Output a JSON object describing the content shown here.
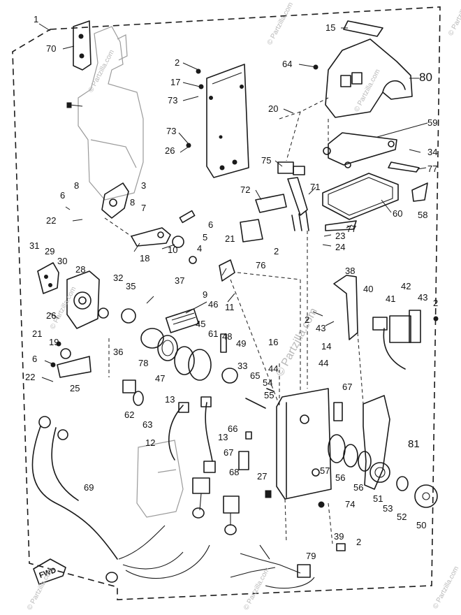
{
  "watermark": {
    "center": "© Partzilla.com",
    "corner": "© Partzilla.com"
  },
  "fwd_label": "FWD",
  "callouts": [
    {
      "id": "c1",
      "text": "1"
    },
    {
      "id": "c70",
      "text": "70"
    },
    {
      "id": "c2a",
      "text": "2"
    },
    {
      "id": "c17",
      "text": "17"
    },
    {
      "id": "c73a",
      "text": "73"
    },
    {
      "id": "c73b",
      "text": "73"
    },
    {
      "id": "c26a",
      "text": "26"
    },
    {
      "id": "c15",
      "text": "15"
    },
    {
      "id": "c64",
      "text": "64"
    },
    {
      "id": "c80",
      "text": "80"
    },
    {
      "id": "c20",
      "text": "20"
    },
    {
      "id": "c59",
      "text": "59"
    },
    {
      "id": "c34",
      "text": "34"
    },
    {
      "id": "c75",
      "text": "75"
    },
    {
      "id": "c77a",
      "text": "77"
    },
    {
      "id": "c72",
      "text": "72"
    },
    {
      "id": "c71",
      "text": "71"
    },
    {
      "id": "c60",
      "text": "60"
    },
    {
      "id": "c58",
      "text": "58"
    },
    {
      "id": "c77b",
      "text": "77"
    },
    {
      "id": "c23",
      "text": "23"
    },
    {
      "id": "c24",
      "text": "24"
    },
    {
      "id": "c2b",
      "text": "2"
    },
    {
      "id": "c76",
      "text": "76"
    },
    {
      "id": "c8a",
      "text": "8"
    },
    {
      "id": "c3",
      "text": "3"
    },
    {
      "id": "c6a",
      "text": "6"
    },
    {
      "id": "c8b",
      "text": "8"
    },
    {
      "id": "c7",
      "text": "7"
    },
    {
      "id": "c22a",
      "text": "22"
    },
    {
      "id": "c5",
      "text": "5"
    },
    {
      "id": "c6b",
      "text": "6"
    },
    {
      "id": "c4",
      "text": "4"
    },
    {
      "id": "c18",
      "text": "18"
    },
    {
      "id": "c10",
      "text": "10"
    },
    {
      "id": "c21a",
      "text": "21"
    },
    {
      "id": "c37",
      "text": "37"
    },
    {
      "id": "c31",
      "text": "31"
    },
    {
      "id": "c29",
      "text": "29"
    },
    {
      "id": "c30",
      "text": "30"
    },
    {
      "id": "c28",
      "text": "28"
    },
    {
      "id": "c32",
      "text": "32"
    },
    {
      "id": "c35",
      "text": "35"
    },
    {
      "id": "c9",
      "text": "9"
    },
    {
      "id": "c11",
      "text": "11"
    },
    {
      "id": "c46",
      "text": "46"
    },
    {
      "id": "c38",
      "text": "38"
    },
    {
      "id": "c40",
      "text": "40"
    },
    {
      "id": "c41",
      "text": "41"
    },
    {
      "id": "c42",
      "text": "42"
    },
    {
      "id": "c43a",
      "text": "43"
    },
    {
      "id": "c2c",
      "text": "2"
    },
    {
      "id": "c2d",
      "text": "2"
    },
    {
      "id": "c43b",
      "text": "43"
    },
    {
      "id": "c26b",
      "text": "26"
    },
    {
      "id": "c45",
      "text": "45"
    },
    {
      "id": "c21b",
      "text": "21"
    },
    {
      "id": "c19",
      "text": "19"
    },
    {
      "id": "c36",
      "text": "36"
    },
    {
      "id": "c78",
      "text": "78"
    },
    {
      "id": "c61",
      "text": "61"
    },
    {
      "id": "c48",
      "text": "48"
    },
    {
      "id": "c49",
      "text": "49"
    },
    {
      "id": "c16",
      "text": "16"
    },
    {
      "id": "c14",
      "text": "14"
    },
    {
      "id": "c6c",
      "text": "6"
    },
    {
      "id": "c22b",
      "text": "22"
    },
    {
      "id": "c25",
      "text": "25"
    },
    {
      "id": "c47",
      "text": "47"
    },
    {
      "id": "c33",
      "text": "33"
    },
    {
      "id": "c65",
      "text": "65"
    },
    {
      "id": "c44a",
      "text": "44"
    },
    {
      "id": "c44b",
      "text": "44"
    },
    {
      "id": "c54",
      "text": "54"
    },
    {
      "id": "c55",
      "text": "55"
    },
    {
      "id": "c62",
      "text": "62"
    },
    {
      "id": "c63",
      "text": "63"
    },
    {
      "id": "c13a",
      "text": "13"
    },
    {
      "id": "c13b",
      "text": "13"
    },
    {
      "id": "c67a",
      "text": "67"
    },
    {
      "id": "c66",
      "text": "66"
    },
    {
      "id": "c12",
      "text": "12"
    },
    {
      "id": "c67b",
      "text": "67"
    },
    {
      "id": "c57",
      "text": "57"
    },
    {
      "id": "c56a",
      "text": "56"
    },
    {
      "id": "c56b",
      "text": "56"
    },
    {
      "id": "c81",
      "text": "81"
    },
    {
      "id": "c68",
      "text": "68"
    },
    {
      "id": "c27",
      "text": "27"
    },
    {
      "id": "c69",
      "text": "69"
    },
    {
      "id": "c51",
      "text": "51"
    },
    {
      "id": "c53",
      "text": "53"
    },
    {
      "id": "c52",
      "text": "52"
    },
    {
      "id": "c50",
      "text": "50"
    },
    {
      "id": "c74",
      "text": "74"
    },
    {
      "id": "c39",
      "text": "39"
    },
    {
      "id": "c2e",
      "text": "2"
    },
    {
      "id": "c79",
      "text": "79"
    }
  ]
}
